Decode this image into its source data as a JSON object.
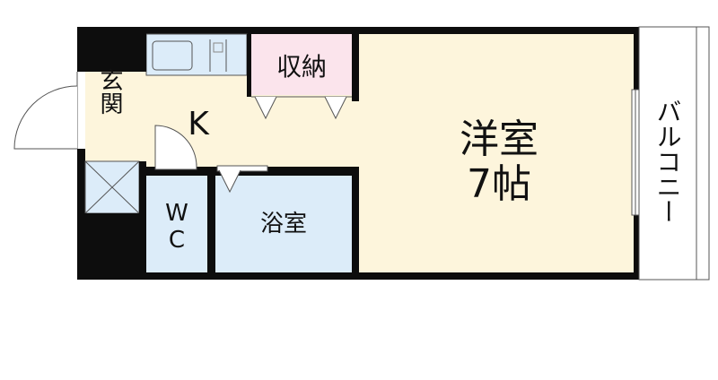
{
  "floor_plan": {
    "rooms": {
      "western_room": {
        "name": "洋室",
        "size": "7帖"
      },
      "kitchen": {
        "name": "K"
      },
      "storage": {
        "name": "収納"
      },
      "entrance": {
        "name": "玄関"
      },
      "toilet": {
        "name_line1": "W",
        "name_line2": "C"
      },
      "bathroom": {
        "name": "浴室"
      },
      "balcony": {
        "name": "バルコニー"
      }
    },
    "colors": {
      "wall": "#0d0d0d",
      "room_floor": "#fdf5dc",
      "wet_area": "#dcecf9",
      "storage": "#fbe4ec",
      "balcony": "#ffffff",
      "line": "#555555"
    }
  }
}
